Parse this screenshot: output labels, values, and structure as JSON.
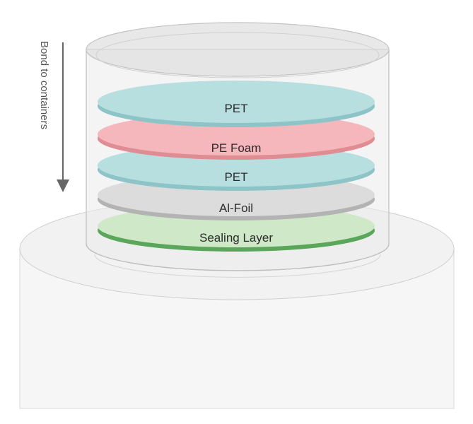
{
  "side_label": "Bond to containers",
  "layers": [
    {
      "label": "PET",
      "fill": "#b8dfe0",
      "rim": "#8cc4c8"
    },
    {
      "label": "PE Foam",
      "fill": "#f6b7bc",
      "rim": "#df8c93"
    },
    {
      "label": "PET",
      "fill": "#b8dfe0",
      "rim": "#8cc4c8"
    },
    {
      "label": "Al-Foil",
      "fill": "#dcdcdc",
      "rim": "#b3b3b3"
    },
    {
      "label": "Sealing Layer",
      "fill": "#cfe8c8",
      "rim": "#5aa65a"
    }
  ]
}
